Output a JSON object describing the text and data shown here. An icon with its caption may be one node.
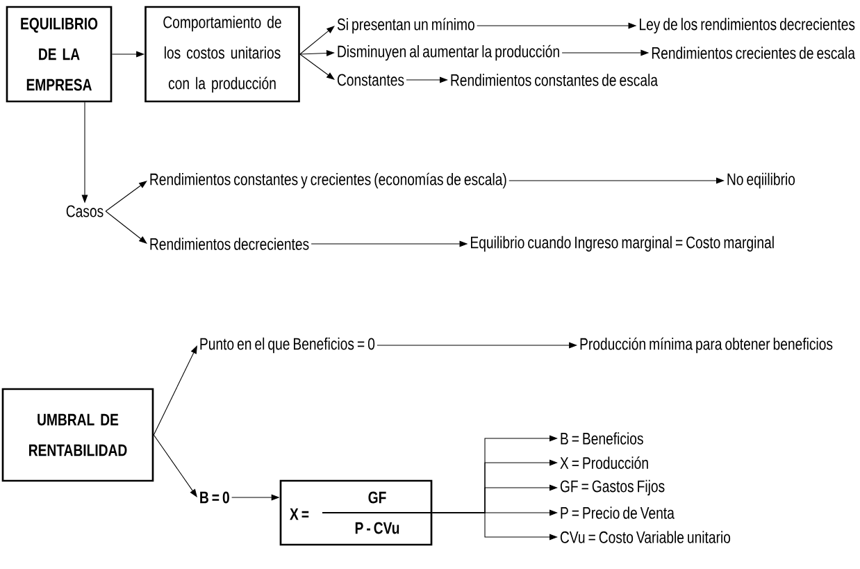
{
  "diagram": {
    "nodes": [
      {
        "text": [
          "EQUILIBRIO DE LA EMPRESA"
        ]
      },
      {
        "text": [
          "Comportamiento de los costos unitarios con la producción"
        ]
      },
      {
        "text": [
          "Si presentan un mínimo"
        ]
      },
      {
        "text": [
          "Disminuyen al aumentar la producción"
        ]
      },
      {
        "text": [
          "Constantes"
        ]
      },
      {
        "text": [
          "Ley de los rendimientos decrecientes"
        ]
      },
      {
        "text": [
          "Rendimientos crecientes de escala"
        ]
      },
      {
        "text": [
          "Rendimientos constantes de escala"
        ]
      },
      {
        "text": [
          "Casos"
        ]
      },
      {
        "text": [
          "Rendimientos constantes y crecientes (economías de escala)"
        ]
      },
      {
        "text": [
          "No eqiilibrio"
        ]
      },
      {
        "text": [
          "Rendimientos decrecientes"
        ]
      },
      {
        "text": [
          "Equilibrio cuando Ingreso marginal = Costo marginal"
        ]
      },
      {
        "text": [
          "UMBRAL DE RENTABILIDAD"
        ]
      },
      {
        "text": [
          "Punto en el que Beneficios = 0"
        ]
      },
      {
        "text": [
          "Producción mínima para obtener beneficios"
        ]
      },
      {
        "text": [
          "B = 0"
        ]
      },
      {
        "text": [
          "X =",
          "GF",
          "P - CVu"
        ]
      },
      {
        "text": [
          "B = Beneficios"
        ]
      },
      {
        "text": [
          "X = Producción"
        ]
      },
      {
        "text": [
          "GF = Gastos Fijos"
        ]
      },
      {
        "text": [
          "P = Precio de Venta"
        ]
      },
      {
        "text": [
          "CVu = Costo Variable unitario"
        ]
      }
    ],
    "edges": [
      {
        "from": 0,
        "to": 1,
        "arrow": "to"
      },
      {
        "from": 1,
        "to": 2,
        "arrow": "to"
      },
      {
        "from": 1,
        "to": 3,
        "arrow": "to"
      },
      {
        "from": 1,
        "to": 4,
        "arrow": "to"
      },
      {
        "from": 2,
        "to": 5,
        "arrow": "to"
      },
      {
        "from": 3,
        "to": 6,
        "arrow": "to"
      },
      {
        "from": 4,
        "to": 7,
        "arrow": "to"
      },
      {
        "from": 0,
        "to": 8,
        "arrow": "to"
      },
      {
        "from": 8,
        "to": 9,
        "arrow": "to"
      },
      {
        "from": 8,
        "to": 11,
        "arrow": "to"
      },
      {
        "from": 9,
        "to": 10,
        "arrow": "to"
      },
      {
        "from": 11,
        "to": 12,
        "arrow": "to"
      },
      {
        "from": 13,
        "to": 14,
        "arrow": "to"
      },
      {
        "from": 13,
        "to": 16,
        "arrow": "to"
      },
      {
        "from": 14,
        "to": 15,
        "arrow": "to"
      },
      {
        "from": 16,
        "to": 17,
        "arrow": "to"
      },
      {
        "from": 17,
        "to": 18,
        "arrow": "to"
      },
      {
        "from": 17,
        "to": 19,
        "arrow": "to"
      },
      {
        "from": 17,
        "to": 20,
        "arrow": "to"
      },
      {
        "from": 17,
        "to": 21,
        "arrow": "to"
      },
      {
        "from": 17,
        "to": 22,
        "arrow": "to"
      }
    ]
  }
}
